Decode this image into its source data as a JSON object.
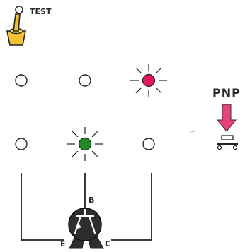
{
  "switch_label": "TEST",
  "transistor_type_label": "PNP",
  "pin_labels": {
    "base": "B",
    "emitter": "E",
    "collector": "C"
  },
  "leds": {
    "row1": [
      "off",
      "off",
      "lit"
    ],
    "row2": [
      "off",
      "lit",
      "off"
    ]
  },
  "colors": {
    "line": "#222222",
    "led_red": "#e0185a",
    "led_green": "#1e8c1e",
    "switch_yellow": "#f2c230",
    "arrow_pink": "#e8427a",
    "transistor_body": "#2e2e2e"
  }
}
